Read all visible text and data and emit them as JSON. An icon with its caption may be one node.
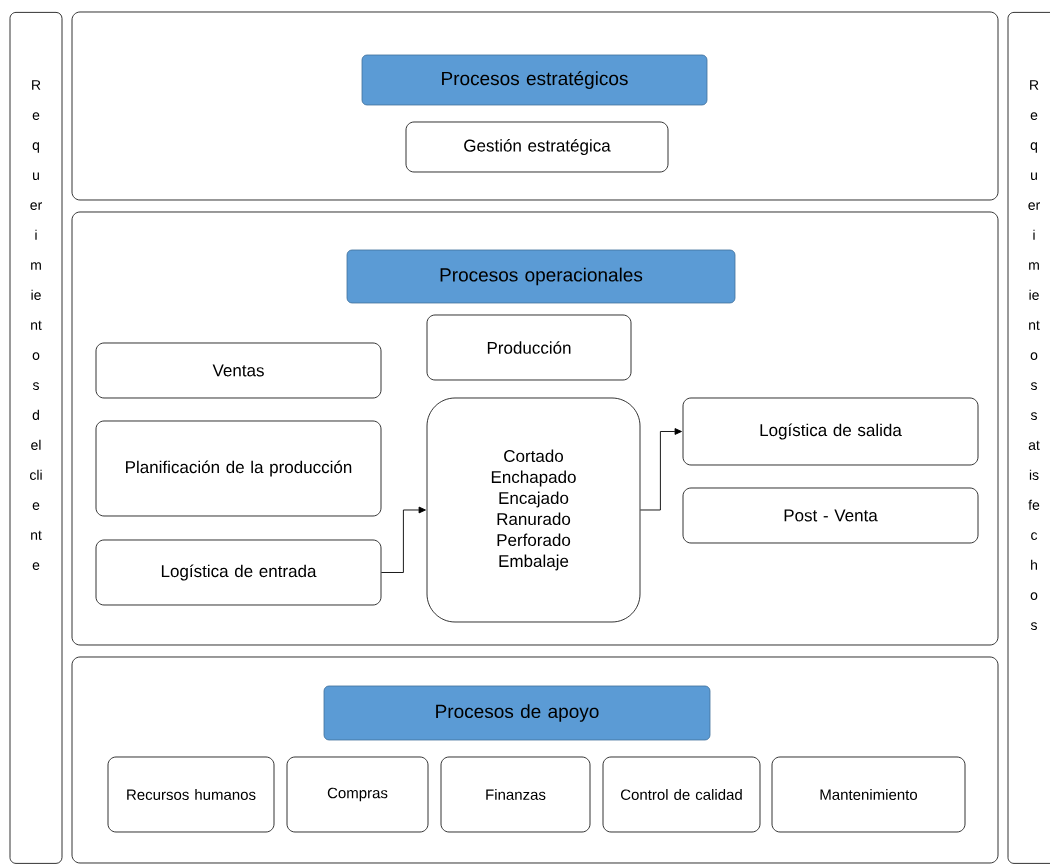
{
  "diagram": {
    "nodes": [
      {
        "text": [
          "Requerimientos del cliente"
        ]
      },
      {
        "text": [],
        "shape": "box"
      },
      {
        "text": [
          "Procesos estratégicos"
        ],
        "in": 1
      },
      {
        "text": [
          "Gestión estratégica"
        ],
        "in": 1
      },
      {
        "text": [],
        "shape": "box"
      },
      {
        "text": [
          "Procesos operacionales"
        ],
        "in": 4
      },
      {
        "text": [
          "Producción"
        ],
        "in": 4
      },
      {
        "text": [
          "Ventas"
        ],
        "in": 4
      },
      {
        "text": [
          "Planificación de la producción"
        ],
        "in": 4
      },
      {
        "text": [
          "Logística de entrada"
        ],
        "in": 4
      },
      {
        "text": [
          "Cortado",
          "Enchapado",
          "Encajado",
          "Ranurado",
          "Perforado",
          "Embalaje"
        ],
        "in": 4
      },
      {
        "text": [
          "Logística de salida"
        ],
        "in": 4
      },
      {
        "text": [
          "Post - Venta"
        ],
        "in": 4
      },
      {
        "text": [],
        "shape": "box"
      },
      {
        "text": [
          "Procesos de apoyo"
        ],
        "in": 13
      },
      {
        "text": [
          "Recursos humanos"
        ],
        "in": 13
      },
      {
        "text": [
          "Compras"
        ],
        "in": 13
      },
      {
        "text": [
          "Finanzas"
        ],
        "in": 13
      },
      {
        "text": [
          "Control de calidad"
        ],
        "in": 13
      },
      {
        "text": [
          "Mantenimiento"
        ],
        "in": 13
      },
      {
        "text": [
          "Requerimientos satisfechos"
        ]
      }
    ],
    "edges": [
      {
        "from": 9,
        "to": 10,
        "arrow": "to"
      },
      {
        "from": 10,
        "to": 11,
        "arrow": "to"
      }
    ]
  }
}
